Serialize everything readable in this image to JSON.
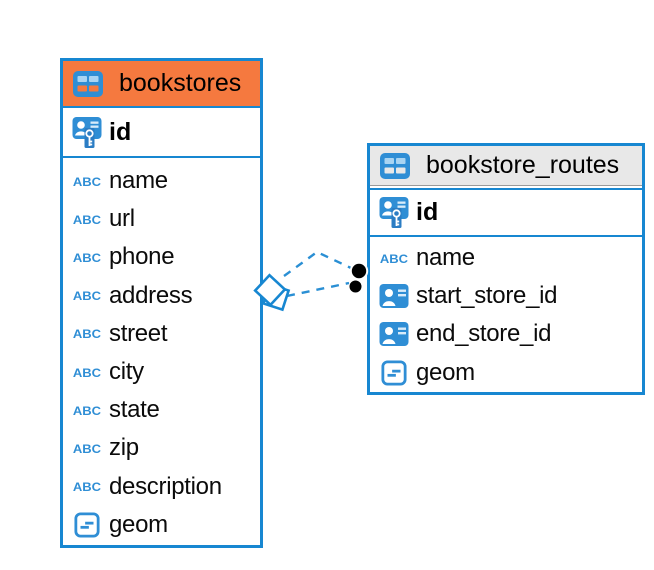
{
  "diagram": {
    "type": "entity-relationship",
    "background": "#ffffff",
    "accent_blue": "#1787d1",
    "icon_blue": "#2f8ed5",
    "dashed_line_color": "#2a8fd4",
    "glyphs": {
      "text_type": "ABC"
    },
    "tables": [
      {
        "name": "bookstores",
        "header_color": "#f5793f",
        "icon": "table-icon",
        "primary_key": {
          "name": "id",
          "icon": "primary-key-icon"
        },
        "columns": [
          {
            "name": "name",
            "icon": "text-type-icon"
          },
          {
            "name": "url",
            "icon": "text-type-icon"
          },
          {
            "name": "phone",
            "icon": "text-type-icon"
          },
          {
            "name": "address",
            "icon": "text-type-icon"
          },
          {
            "name": "street",
            "icon": "text-type-icon"
          },
          {
            "name": "city",
            "icon": "text-type-icon"
          },
          {
            "name": "state",
            "icon": "text-type-icon"
          },
          {
            "name": "zip",
            "icon": "text-type-icon"
          },
          {
            "name": "description",
            "icon": "text-type-icon"
          },
          {
            "name": "geom",
            "icon": "geometry-type-icon"
          }
        ]
      },
      {
        "name": "bookstore_routes",
        "header_color": "#e8e8e8",
        "icon": "table-icon",
        "primary_key": {
          "name": "id",
          "icon": "primary-key-icon"
        },
        "columns": [
          {
            "name": "name",
            "icon": "text-type-icon"
          },
          {
            "name": "start_store_id",
            "icon": "foreign-key-icon"
          },
          {
            "name": "end_store_id",
            "icon": "foreign-key-icon"
          },
          {
            "name": "geom",
            "icon": "geometry-type-icon"
          }
        ]
      }
    ],
    "relationships": [
      {
        "from": "bookstore_routes",
        "to": "bookstores",
        "style": "dashed",
        "from_marker": "filled-circle",
        "to_marker": "diamond"
      },
      {
        "from": "bookstore_routes",
        "to": "bookstores",
        "style": "dashed",
        "from_marker": "filled-circle",
        "to_marker": "diamond"
      }
    ]
  }
}
